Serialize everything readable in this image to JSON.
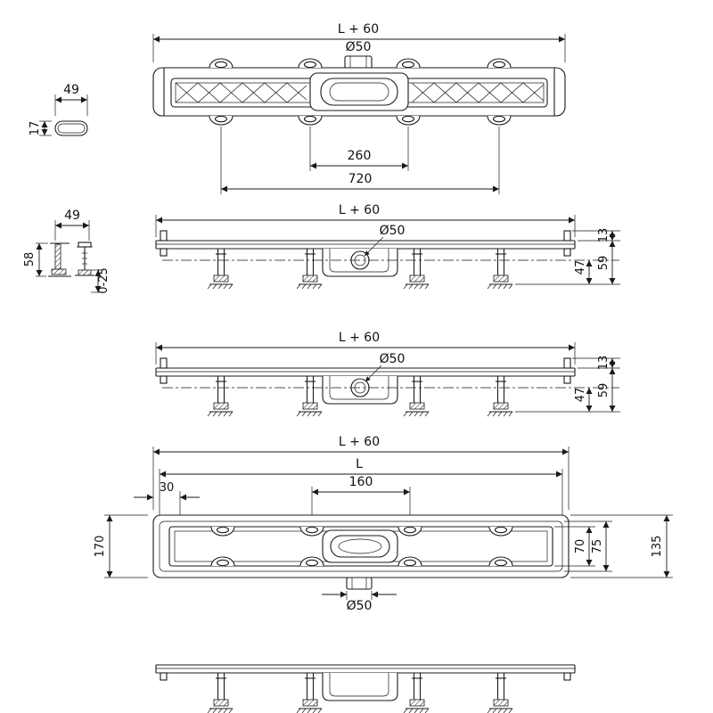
{
  "colors": {
    "ink": "#1a1a1a",
    "paper": "#ffffff"
  },
  "v1": {
    "length": "L + 60",
    "diameter": "Ø50",
    "dim_260": "260",
    "dim_720": "720"
  },
  "d1": {
    "width": "49",
    "height": "17"
  },
  "v2": {
    "length": "L + 60",
    "diameter": "Ø50",
    "dim_13": "13",
    "dim_59": "59",
    "dim_47": "47"
  },
  "d2": {
    "width": "49",
    "height": "58",
    "range": "0-25"
  },
  "v3": {
    "length": "L + 60",
    "diameter": "Ø50",
    "dim_13": "13",
    "dim_59": "59",
    "dim_47": "47"
  },
  "v4": {
    "length_outer": "L + 60",
    "length_inner": "L",
    "dim_30": "30",
    "dim_160": "160",
    "dim_170": "170",
    "dim_70": "70",
    "dim_75": "75",
    "dim_135": "135",
    "diameter": "Ø50"
  }
}
